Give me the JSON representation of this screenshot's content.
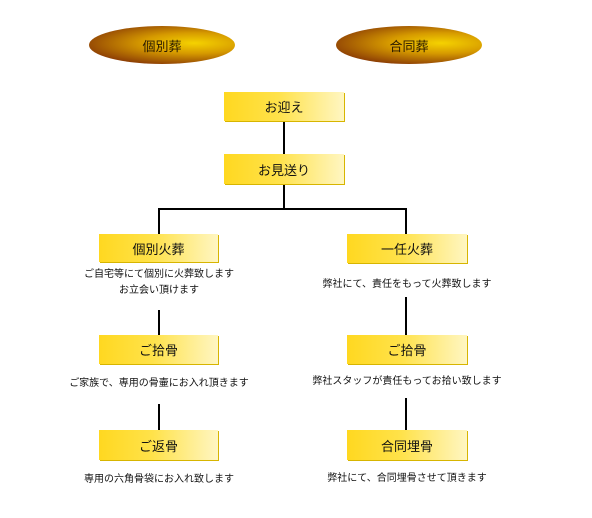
{
  "header": {
    "individual_label": "個別葬",
    "joint_label": "合同葬"
  },
  "flow": {
    "welcome": "お迎え",
    "farewell": "お見送り",
    "left": {
      "cremation": "個別火葬",
      "cremation_desc": [
        "ご自宅等にて個別に火葬致します",
        "お立会い頂けます"
      ],
      "bones": "ご拾骨",
      "bones_desc": "ご家族で、専用の骨壷にお入れ頂きます",
      "return": "ご返骨",
      "return_desc": "専用の六角骨袋にお入れ致します"
    },
    "right": {
      "cremation": "一任火葬",
      "cremation_desc": "弊社にて、責任をもって火葬致します",
      "bones": "ご拾骨",
      "bones_desc": "弊社スタッフが責任もってお拾い致します",
      "burial": "合同埋骨",
      "burial_desc": "弊社にて、合同埋骨させて頂きます"
    }
  },
  "colors": {
    "box_gradient": [
      "#ffd820",
      "#fff6c2"
    ],
    "oval_gradient": [
      "#f5d200",
      "#5c1f05"
    ],
    "connector": "#000000"
  }
}
